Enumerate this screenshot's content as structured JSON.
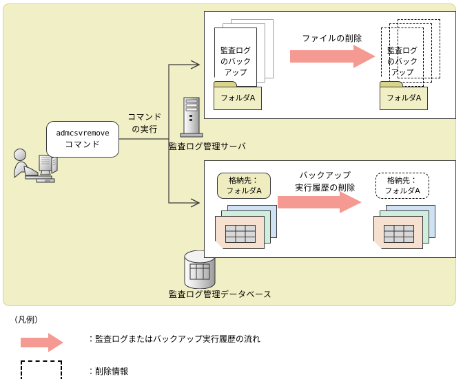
{
  "diagram": {
    "actor": {
      "icon": "person-at-workstation-icon",
      "command_box": {
        "command": "admcsvremove",
        "suffix": "コマンド"
      },
      "flow_label": "コマンド\nの実行",
      "flow_label_line1": "コマンド",
      "flow_label_line2": "の実行"
    },
    "nodes": [
      {
        "id": "audit-log-server",
        "label": "監査ログ管理サーバ",
        "icon": "server-tower-icon"
      },
      {
        "id": "audit-log-database",
        "label": "監査ログ管理データベース",
        "icon": "database-cylinder-icon"
      }
    ],
    "panels": [
      {
        "id": "file-deletion-panel",
        "operation_label": "ファイルの削除",
        "before": {
          "documents_label": "監査ログ\nのバック\nアップ",
          "doc_line1": "監査ログ",
          "doc_line2": "のバック",
          "doc_line3": "アップ",
          "folder_label": "フォルダA",
          "state": "present"
        },
        "after": {
          "documents_label": "監査ログ\nのバック\nアップ",
          "doc_line1": "監査ログ",
          "doc_line2": "のバック",
          "doc_line3": "アップ",
          "folder_label": "フォルダA",
          "state": "deleted"
        }
      },
      {
        "id": "backup-history-deletion-panel",
        "operation_label": "バックアップ\n実行履歴の削除",
        "operation_line1": "バックアップ",
        "operation_line2": "実行履歴の削除",
        "before": {
          "tag_line1": "格納先：",
          "tag_line2": "フォルダA",
          "state": "present"
        },
        "after": {
          "tag_line1": "格納先：",
          "tag_line2": "フォルダA",
          "state": "deleted"
        }
      }
    ]
  },
  "legend": {
    "title": "（凡例）",
    "items": [
      {
        "symbol": "pink-block-arrow",
        "separator": "：",
        "text": "：監査ログまたはバックアップ実行履歴の流れ"
      },
      {
        "symbol": "dashed-rectangle",
        "separator": "：",
        "text": "：削除情報"
      }
    ]
  },
  "colors": {
    "background": "#f1efc5",
    "panel": "#ffffff",
    "arrow_pink": "#f59a92",
    "folder_tab": "#d8d48a",
    "card_blue": "#cfe2f3",
    "card_green": "#cfeedd",
    "card_peach": "#f6e0cf",
    "outline": "#3a3a3a"
  }
}
